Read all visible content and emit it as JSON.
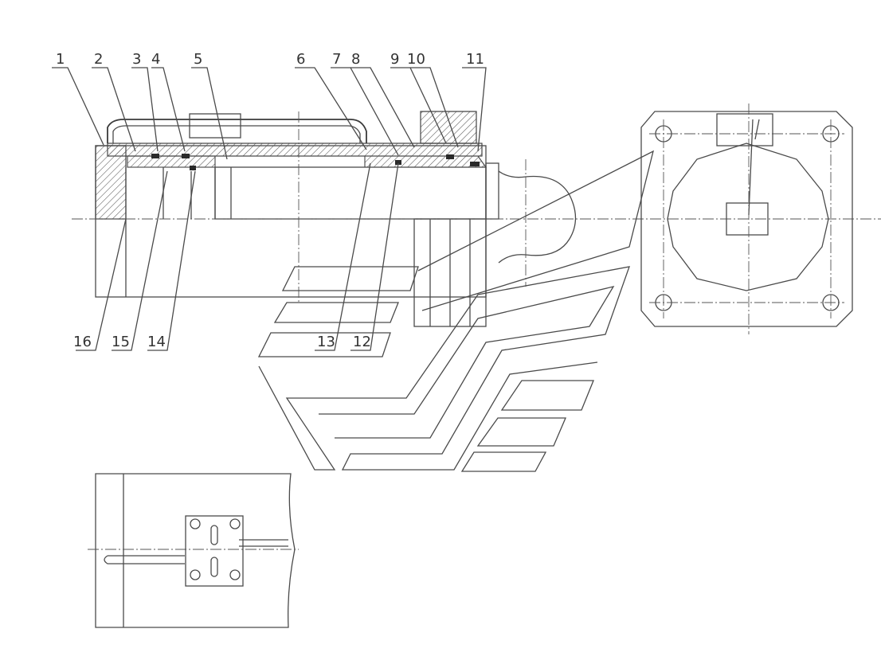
{
  "part_labels_top": [
    "1",
    "2",
    "3",
    "4",
    "5",
    "6",
    "7",
    "8",
    "9",
    "10",
    "11"
  ],
  "part_labels_bottom": [
    "16",
    "15",
    "14",
    "13",
    "12"
  ]
}
